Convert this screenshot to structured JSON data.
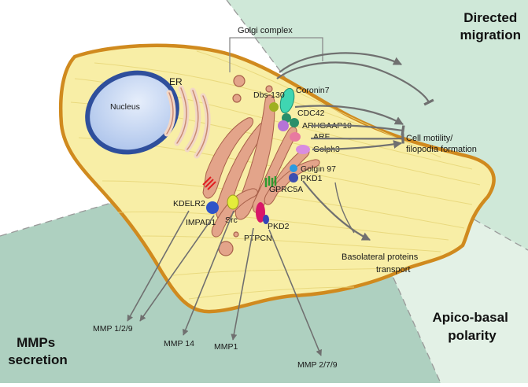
{
  "colors": {
    "panel_top_right": "#cfe8d8",
    "panel_bottom_left": "#aed0c0",
    "panel_bottom_right": "#e3f1e6",
    "cell_fill": "#f8eea6",
    "cell_outline": "#d08a1e",
    "nucleus_fill": "#c4d6f3",
    "nucleus_outline": "#2f4f9c",
    "golgi": "#e3a48a",
    "arrow": "#707070"
  },
  "regions": {
    "directed_migration": [
      "Directed",
      "migration"
    ],
    "mmps_secretion": [
      "MMPs",
      "secretion"
    ],
    "apico_basal": [
      "Apico-basal",
      "polarity"
    ]
  },
  "structures": {
    "nucleus": "Nucleus",
    "er": "ER",
    "golgi_complex": "Golgi complex"
  },
  "proteins": {
    "coronin7": "Coronin7",
    "dbs130": "Dbs-130",
    "cdc42": "CDC42",
    "arhgaap10": "ARHGAAP10",
    "arf": "ARF",
    "golph3": "Golph3",
    "golgin97": "Golgin 97",
    "pkd1": "PKD1",
    "gprc5a": "GPRC5A",
    "kdelr2": "KDELR2",
    "impad1": "IMPAD1",
    "src": "Src",
    "pkd2": "PKD2",
    "ptpcn": "PTPCN"
  },
  "outcomes": {
    "cell_motility": [
      "Cell motility/",
      "filopodia formation"
    ],
    "basolateral": [
      "Basolateral proteins",
      "transport"
    ],
    "mmp129": "MMP 1/2/9",
    "mmp14": "MMP 14",
    "mmp1": "MMP1",
    "mmp279": "MMP 2/7/9"
  }
}
